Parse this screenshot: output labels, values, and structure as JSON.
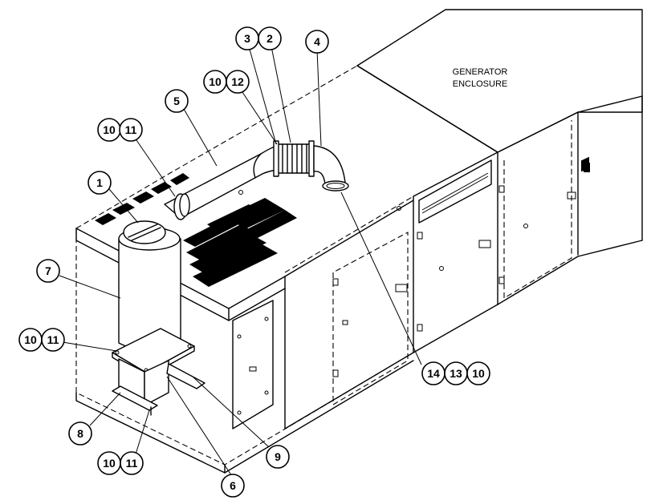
{
  "enclosure_label": {
    "line1": "GENERATOR",
    "line2": "ENCLOSURE"
  },
  "callouts": [
    {
      "id": "c1",
      "text": "1"
    },
    {
      "id": "c2",
      "text": "2"
    },
    {
      "id": "c3",
      "text": "3"
    },
    {
      "id": "c4",
      "text": "4"
    },
    {
      "id": "c5",
      "text": "5"
    },
    {
      "id": "c6",
      "text": "6"
    },
    {
      "id": "c7",
      "text": "7"
    },
    {
      "id": "c8",
      "text": "8"
    },
    {
      "id": "c9",
      "text": "9"
    },
    {
      "id": "c10a",
      "text": "10"
    },
    {
      "id": "c12",
      "text": "12"
    },
    {
      "id": "c10b",
      "text": "10"
    },
    {
      "id": "c11b",
      "text": "11"
    },
    {
      "id": "c10c",
      "text": "10"
    },
    {
      "id": "c11c",
      "text": "11"
    },
    {
      "id": "c10d",
      "text": "10"
    },
    {
      "id": "c11d",
      "text": "11"
    },
    {
      "id": "c14",
      "text": "14"
    },
    {
      "id": "c13",
      "text": "13"
    },
    {
      "id": "c10e",
      "text": "10"
    }
  ]
}
